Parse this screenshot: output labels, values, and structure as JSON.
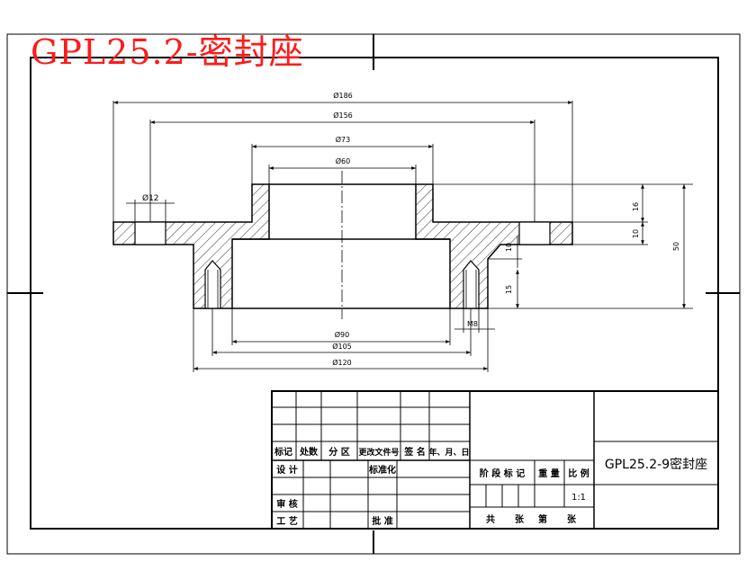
{
  "header": {
    "watermark_title": "GPL25.2-密封座"
  },
  "dimensions": {
    "d186": "Ø186",
    "d156": "Ø156",
    "d73": "Ø73",
    "d60": "Ø60",
    "d12": "Ø12",
    "d90": "Ø90",
    "d105": "Ø105",
    "d120": "Ø120",
    "m8": "M8",
    "h16": "16",
    "h10": "10",
    "h50": "50",
    "h10b": "10",
    "h15": "15"
  },
  "title_block": {
    "rev_mark": "标记",
    "rev_count": "处数",
    "rev_zone": "分 区",
    "rev_doc": "更改文件号",
    "rev_sign": "签 名",
    "rev_date": "年、月、日",
    "design": "设 计",
    "standardize": "标准化",
    "review": "审 核",
    "process": "工 艺",
    "approve": "批 准",
    "stage_mark": "阶 段 标 记",
    "weight": "重 量",
    "scale": "比 例",
    "scale_value": "1:1",
    "sheets_total": "共",
    "sheets_unit1": "张",
    "sheet_no": "第",
    "sheets_unit2": "张",
    "drawing_name": "GPL25.2-9密封座"
  }
}
